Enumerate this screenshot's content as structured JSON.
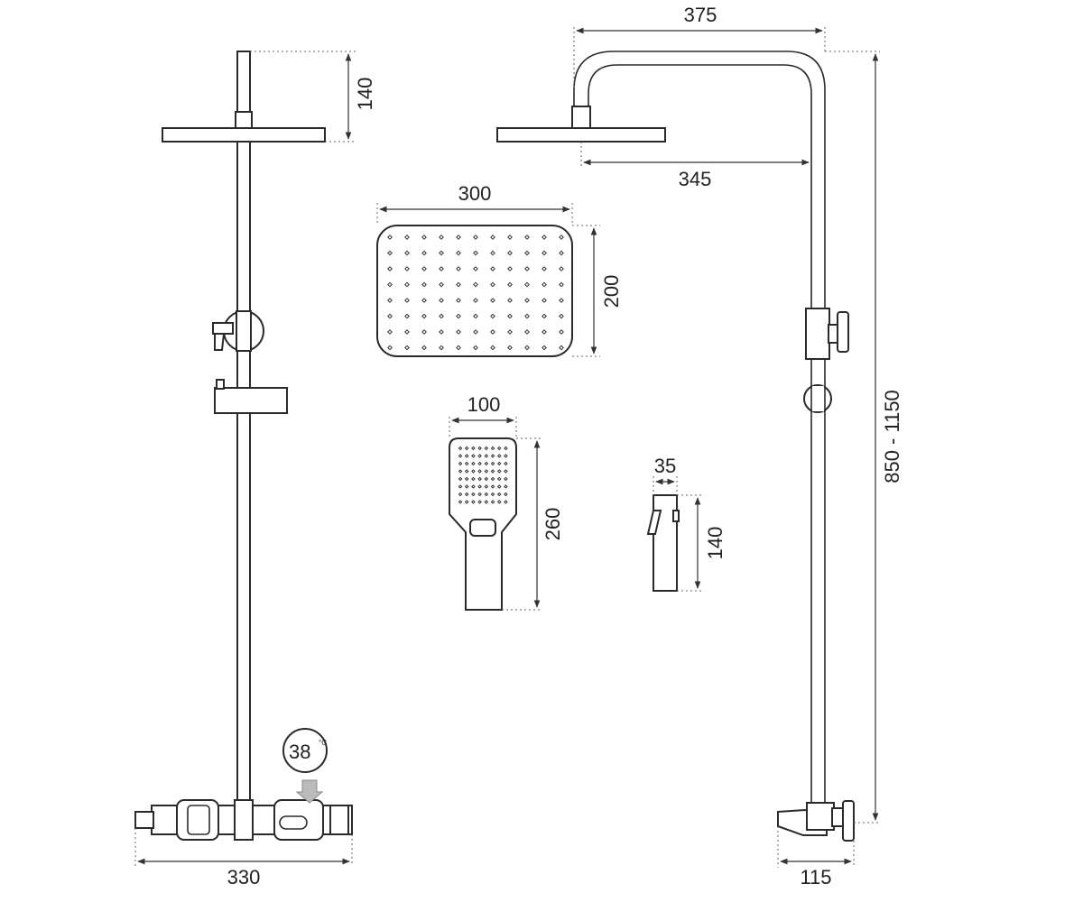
{
  "dimensions": {
    "top_riser_height": "140",
    "arm_reach": "375",
    "head_projection": "345",
    "head_width": "300",
    "head_depth": "200",
    "hand_width": "100",
    "hand_length": "260",
    "slider_width": "35",
    "slider_height": "140",
    "total_height_range": "850 - 1150",
    "mixer_width": "330",
    "mixer_projection": "115"
  },
  "display": {
    "temperature": "38",
    "unit": "°C"
  }
}
